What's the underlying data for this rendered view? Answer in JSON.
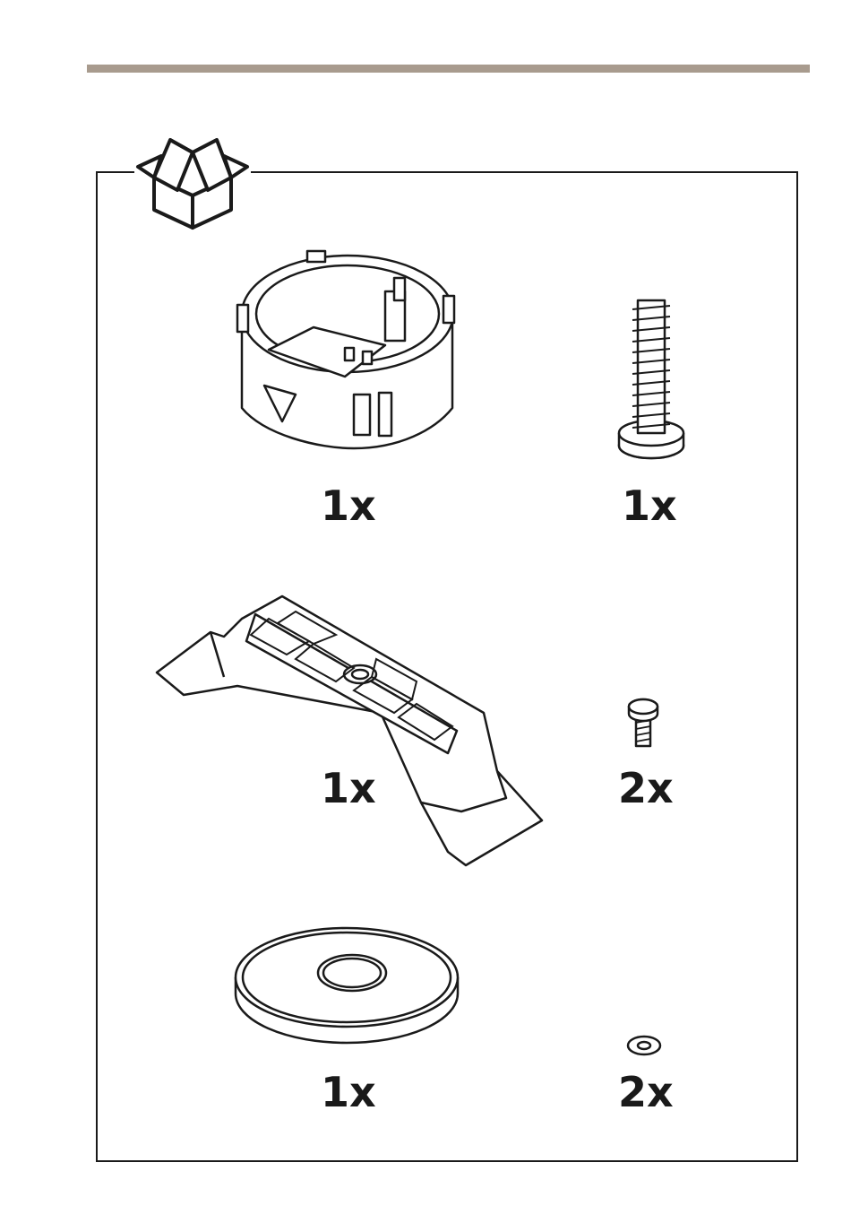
{
  "colors": {
    "rule": "#a89b8e",
    "line": "#1a1a1a",
    "fill": "#ffffff"
  },
  "header": {
    "icon": "package-box-icon"
  },
  "items": [
    {
      "icon": "recessed-mount-housing-icon",
      "quantity": "1x"
    },
    {
      "icon": "long-plastic-screw-icon",
      "quantity": "1x"
    },
    {
      "icon": "mounting-bracket-icon",
      "quantity": "1x"
    },
    {
      "icon": "small-torx-screw-icon",
      "quantity": "2x"
    },
    {
      "icon": "cover-ring-plate-icon",
      "quantity": "1x"
    },
    {
      "icon": "washer-icon",
      "quantity": "2x"
    }
  ]
}
